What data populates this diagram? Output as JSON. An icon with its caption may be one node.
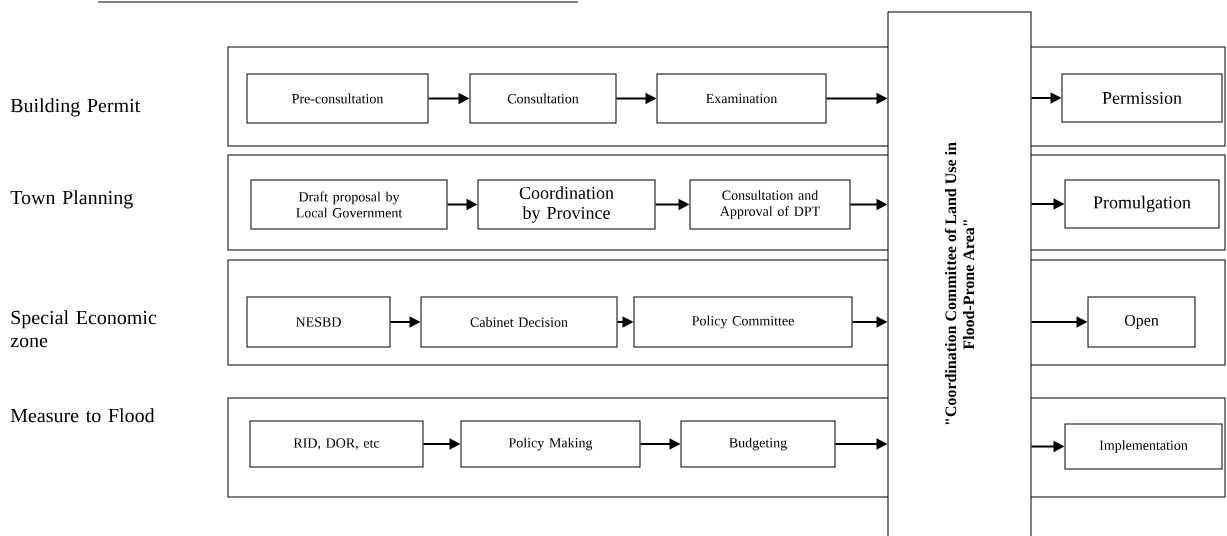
{
  "diagram": {
    "nodes": [
      {
        "text": [
          "Building Permit"
        ]
      },
      {
        "text": [
          "Pre-consultation"
        ],
        "in": 0
      },
      {
        "text": [
          "Consultation"
        ],
        "in": 0
      },
      {
        "text": [
          "Examination"
        ],
        "in": 0
      },
      {
        "text": [
          "Permission"
        ],
        "in": 0
      },
      {
        "text": [
          "Town Planning"
        ]
      },
      {
        "text": [
          "Draft proposal by Local Government"
        ],
        "in": 5
      },
      {
        "text": [
          "Coordination by Province"
        ],
        "in": 5
      },
      {
        "text": [
          "Consultation and Approval of DPT"
        ],
        "in": 5
      },
      {
        "text": [
          "Promulgation"
        ],
        "in": 5
      },
      {
        "text": [
          "Special Economic zone"
        ]
      },
      {
        "text": [
          "NESBD"
        ],
        "in": 10
      },
      {
        "text": [
          "Cabinet Decision"
        ],
        "in": 10
      },
      {
        "text": [
          "Policy Committee"
        ],
        "in": 10
      },
      {
        "text": [
          "Open"
        ],
        "in": 10
      },
      {
        "text": [
          "Measure to Flood"
        ]
      },
      {
        "text": [
          "RID, DOR, etc"
        ],
        "in": 15
      },
      {
        "text": [
          "Policy Making"
        ],
        "in": 15
      },
      {
        "text": [
          "Budgeting"
        ],
        "in": 15
      },
      {
        "text": [
          "Implementation"
        ],
        "in": 15
      },
      {
        "text": [
          "\"Coordination Committee of Land Use in Flood-Prone Area\""
        ]
      }
    ],
    "edges": [
      {
        "from": 1,
        "to": 2,
        "arrow": "to"
      },
      {
        "from": 2,
        "to": 3,
        "arrow": "to"
      },
      {
        "from": 3,
        "to": 20,
        "arrow": "to"
      },
      {
        "from": 20,
        "to": 4,
        "arrow": "to"
      },
      {
        "from": 6,
        "to": 7,
        "arrow": "to"
      },
      {
        "from": 7,
        "to": 8,
        "arrow": "to"
      },
      {
        "from": 8,
        "to": 20,
        "arrow": "to"
      },
      {
        "from": 20,
        "to": 9,
        "arrow": "to"
      },
      {
        "from": 11,
        "to": 12,
        "arrow": "to"
      },
      {
        "from": 12,
        "to": 13,
        "arrow": "to"
      },
      {
        "from": 13,
        "to": 20,
        "arrow": "to"
      },
      {
        "from": 20,
        "to": 14,
        "arrow": "to"
      },
      {
        "from": 16,
        "to": 17,
        "arrow": "to"
      },
      {
        "from": 17,
        "to": 18,
        "arrow": "to"
      },
      {
        "from": 18,
        "to": 20,
        "arrow": "to"
      },
      {
        "from": 20,
        "to": 19,
        "arrow": "to"
      }
    ]
  }
}
